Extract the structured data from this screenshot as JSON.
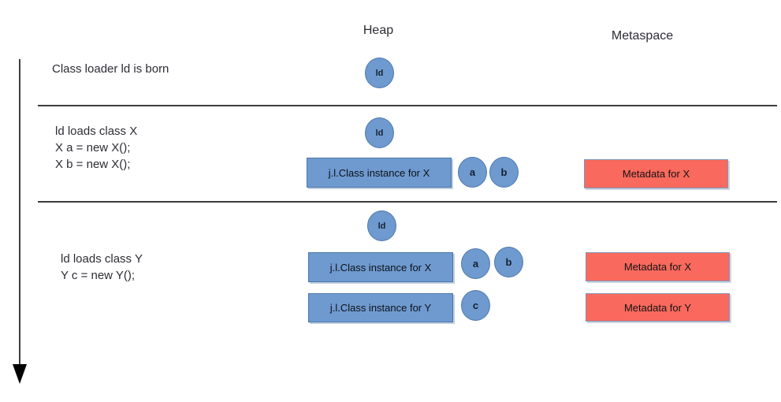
{
  "headers": {
    "heap": "Heap",
    "metaspace": "Metaspace"
  },
  "rows": [
    {
      "lines": [
        "Class loader ld is born"
      ],
      "heap": {
        "loader": "ld"
      },
      "metaspace": []
    },
    {
      "lines": [
        "ld loads class X",
        "X a = new X();",
        "X b = new X();"
      ],
      "heap": {
        "loader": "ld",
        "class_instances": [
          "j.l.Class instance for X"
        ],
        "objects": [
          "a",
          "b"
        ]
      },
      "metaspace": [
        "Metadata for X"
      ]
    },
    {
      "lines": [
        "ld loads class Y",
        "Y c = new Y();"
      ],
      "heap": {
        "loader": "ld",
        "class_instances": [
          "j.l.Class instance for X",
          "j.l.Class instance for Y"
        ],
        "objects": [
          "a",
          "b",
          "c"
        ]
      },
      "metaspace": [
        "Metadata for X",
        "Metadata for Y"
      ]
    }
  ],
  "timeline": {
    "direction": "down"
  },
  "colors": {
    "heap_node_fill": "#6f9ad0",
    "heap_node_border": "#4d79ab",
    "metadata_fill": "#f9695d",
    "metadata_border": "#8295b9",
    "divider_line": "#3c3c3c",
    "arrow": "#000000",
    "text": "#2c2c34"
  }
}
